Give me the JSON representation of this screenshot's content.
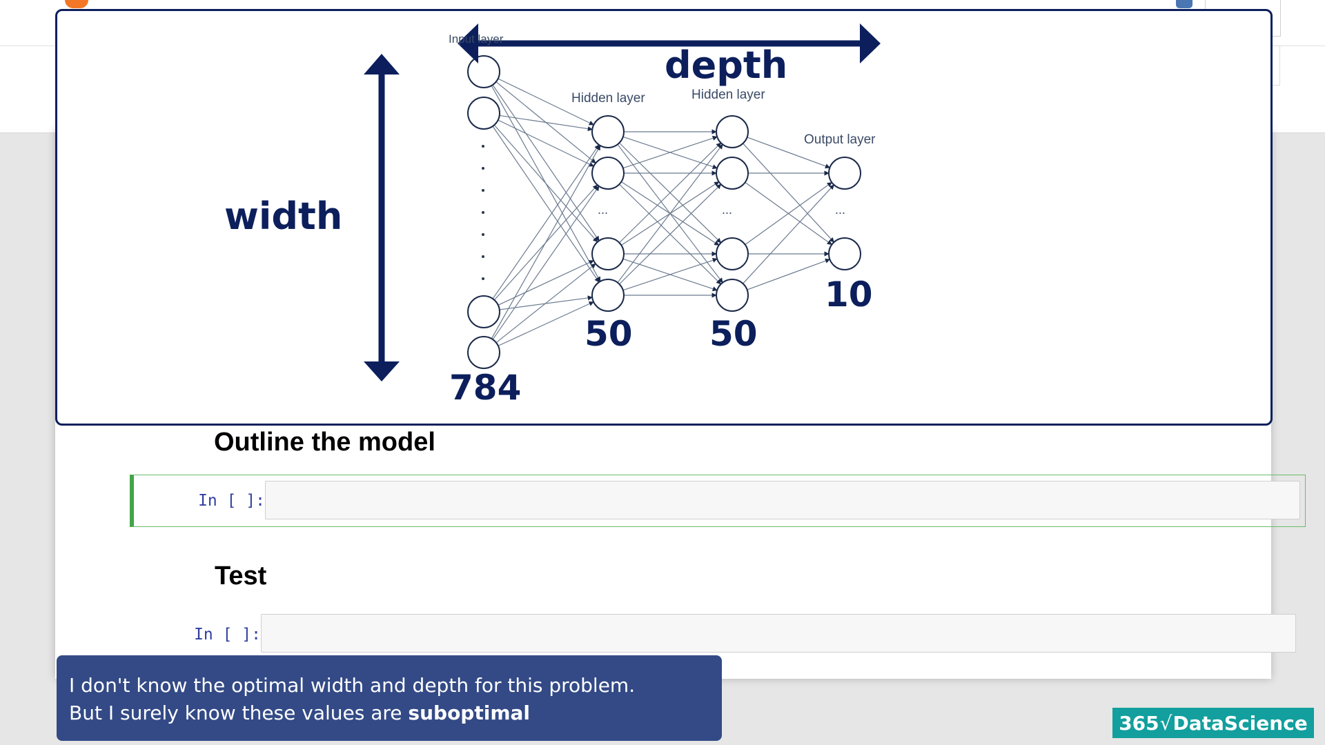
{
  "notebook": {
    "sections": [
      {
        "heading": "Outline the model",
        "prompt": "In [ ]:",
        "selected": true
      },
      {
        "heading": "Test",
        "prompt": "In [ ]:",
        "selected": false
      }
    ]
  },
  "diagram": {
    "depth_label": "depth",
    "width_label": "width",
    "layers": [
      {
        "title": "Input layer",
        "count": "784"
      },
      {
        "title": "Hidden layer",
        "count": "50"
      },
      {
        "title": "Hidden layer",
        "count": "50"
      },
      {
        "title": "Output layer",
        "count": "10"
      }
    ],
    "ellipsis": "...",
    "colors": {
      "dark_navy": "#0c1f5c",
      "node_stroke": "#1b2a4a",
      "edge": "#6b7a8f"
    }
  },
  "caption": {
    "line1": "I don't know the optimal width and depth for this problem.",
    "line2_prefix": "But I surely know these values are ",
    "line2_bold": "suboptimal"
  },
  "brand": {
    "left": "365",
    "sqrt": "√",
    "right": "DataScience"
  }
}
